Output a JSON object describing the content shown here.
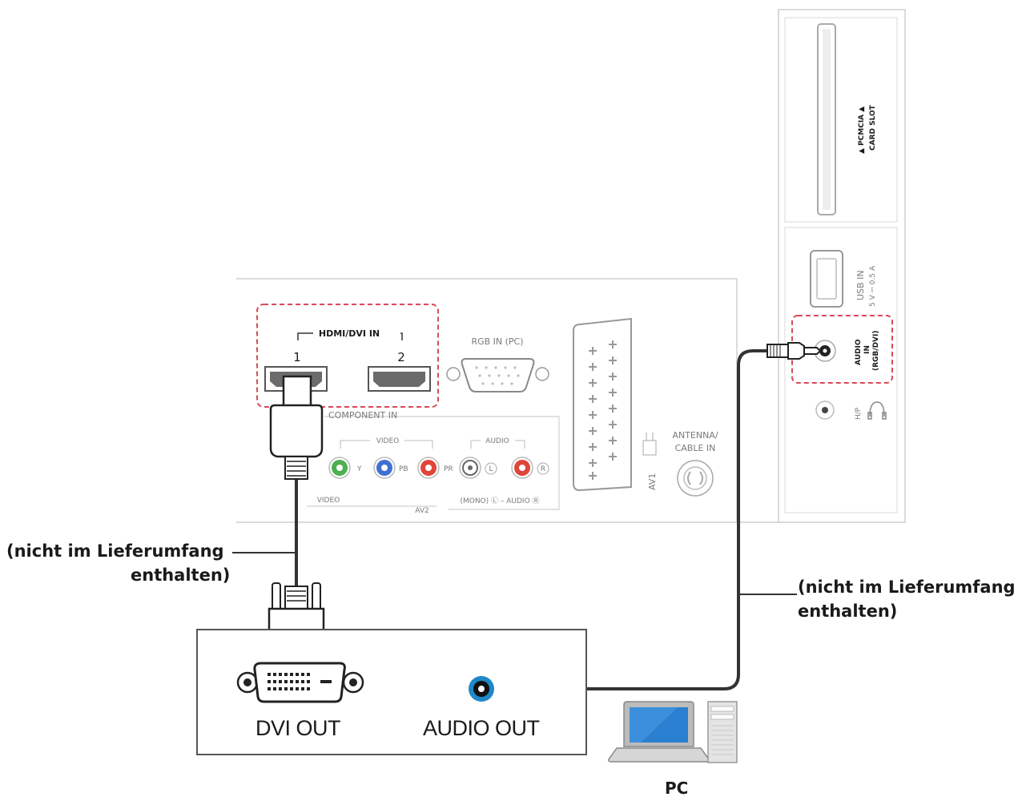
{
  "tv_back": {
    "hdmi_dvi_in": "HDMI/DVI IN",
    "hdmi_port_1": "1",
    "hdmi_port_2": "2",
    "rgb_in": "RGB IN (PC)",
    "component_in": "COMPONENT IN",
    "video_group": "VIDEO",
    "audio_group": "AUDIO",
    "jack_y": "Y",
    "jack_pb": "PB",
    "jack_pr": "PR",
    "jack_l": "L",
    "jack_r": "R",
    "video_label": "VIDEO",
    "av2_label": "AV2",
    "mono_audio_label": "(MONO) Ⓛ – AUDIO Ⓡ",
    "av1_label": "AV1",
    "antenna_line1": "ANTENNA/",
    "antenna_line2": "CABLE IN"
  },
  "side_panel": {
    "pcmcia_line1": "▲ PCMCIA ▲",
    "pcmcia_line2": "CARD SLOT",
    "usb_in": "USB IN",
    "usb_power": "5 V ⎓ 0.5 A",
    "audio_in_line1": "AUDIO",
    "audio_in_line2": "IN",
    "audio_in_line3": "(RGB/DVI)",
    "headphone": "H/P"
  },
  "callouts": {
    "left_line1": "(nicht im Lieferumfang",
    "left_line2": "enthalten)",
    "right_line1": "(nicht im Lieferumfang",
    "right_line2": "enthalten)"
  },
  "pc_box": {
    "dvi_out": "DVI OUT",
    "audio_out": "AUDIO OUT"
  },
  "pc_label": "PC",
  "colors": {
    "jack_green": "#4caf50",
    "jack_blue": "#3f6fd1",
    "jack_red": "#e0453a",
    "audio_out_blue": "#1e88c8",
    "highlight_red": "#d94a5a",
    "screen_blue": "#2a7fd0"
  }
}
